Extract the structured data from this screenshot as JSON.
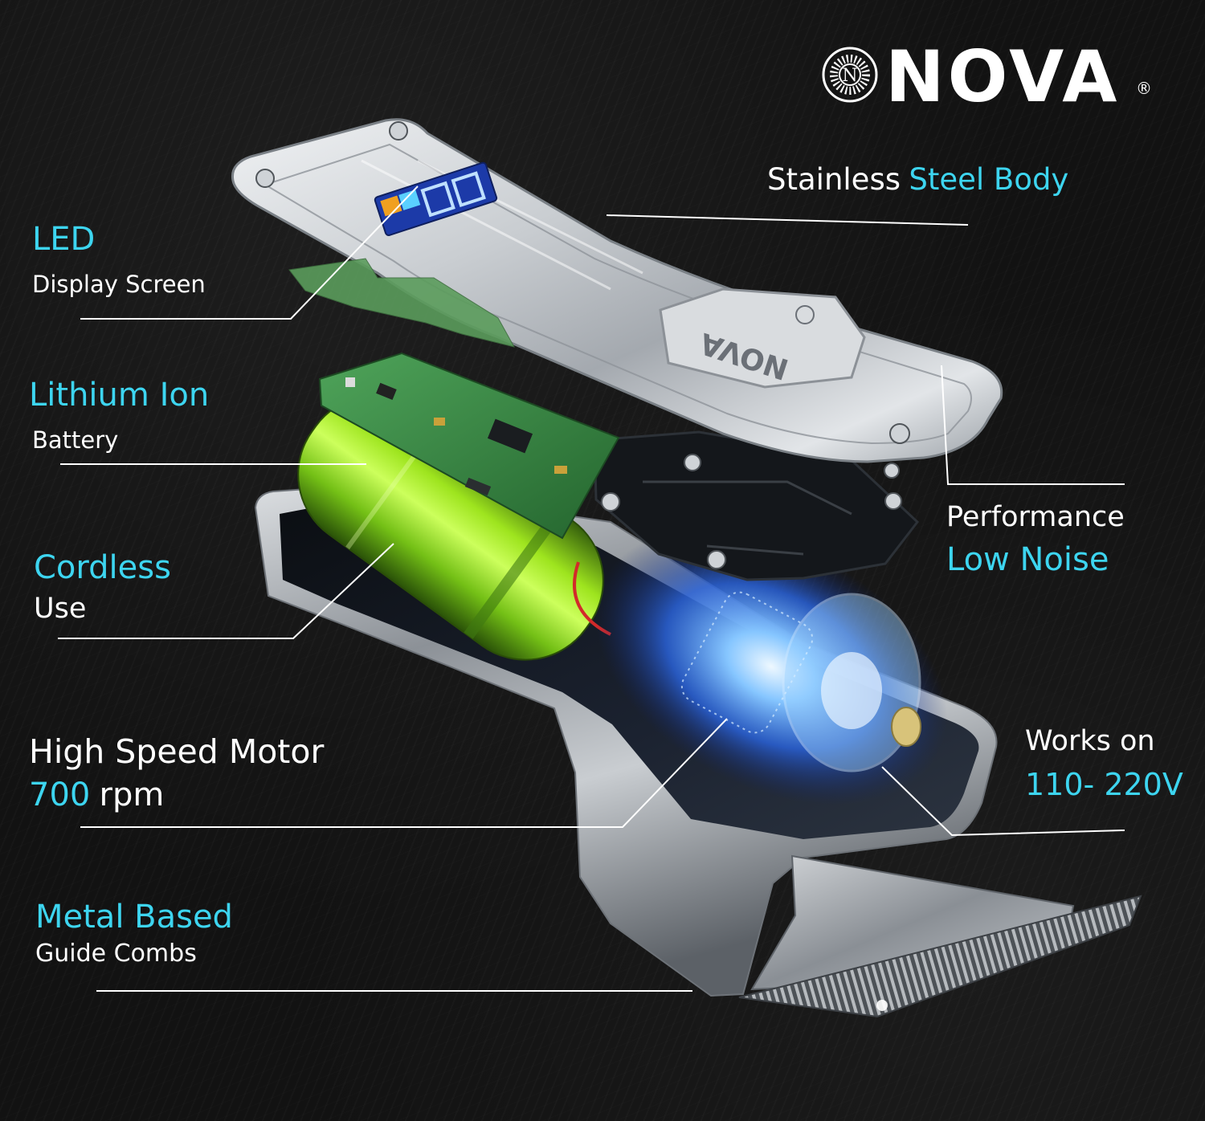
{
  "brand": {
    "name": "NOVA",
    "registered": "®",
    "emblem_letter": "N",
    "plate_text": "NOVA"
  },
  "callouts": {
    "steel_body": {
      "prefix": "Stainless",
      "highlight": "Steel Body"
    },
    "led": {
      "title": "LED",
      "subtitle": "Display Screen"
    },
    "battery": {
      "title": "Lithium Ion",
      "subtitle": "Battery"
    },
    "cordless": {
      "title": "Cordless",
      "subtitle": "Use"
    },
    "motor": {
      "title": "High Speed Motor",
      "value": "700",
      "unit": "rpm"
    },
    "combs": {
      "title": "Metal Based",
      "subtitle": "Guide Combs"
    },
    "noise": {
      "title": "Performance",
      "subtitle": "Low Noise"
    },
    "voltage": {
      "title": "Works on",
      "value": "110- 220V"
    }
  },
  "colors": {
    "accent": "#3dd5f0",
    "text": "#ffffff",
    "background": "#121212",
    "battery": "#a6f020",
    "motor_glow": "#2a62d8"
  },
  "icons": [
    "nova-emblem-icon",
    "screw-icon"
  ]
}
